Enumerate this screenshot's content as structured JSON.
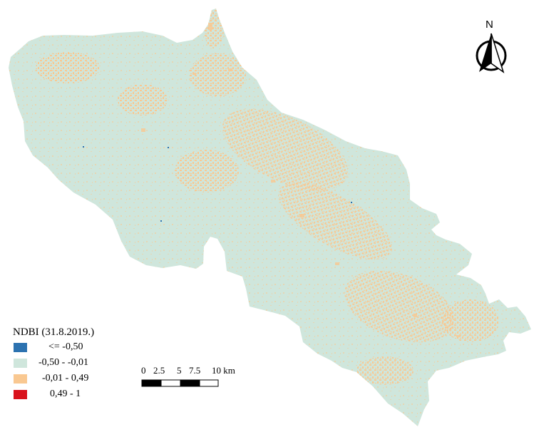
{
  "legend": {
    "title": "NDBI (31.8.2019.)",
    "items": [
      {
        "label": "<= -0,50",
        "color": "#2c72b0"
      },
      {
        "label": "-0,50 - -0,01",
        "color": "#cfe6dc"
      },
      {
        "label": "-0,01 - 0,49",
        "color": "#f9c891"
      },
      {
        "label": "0,49 - 1",
        "color": "#d9121c"
      }
    ]
  },
  "scale_bar": {
    "ticks": [
      "0",
      "2.5",
      "5",
      "7.5",
      "10 km"
    ]
  },
  "north_arrow": {
    "letter": "N",
    "icon": "north-arrow-icon"
  },
  "colors": {
    "land": "#cfe6dc",
    "built_up": "#f9c891",
    "water": "#2c72b0"
  }
}
